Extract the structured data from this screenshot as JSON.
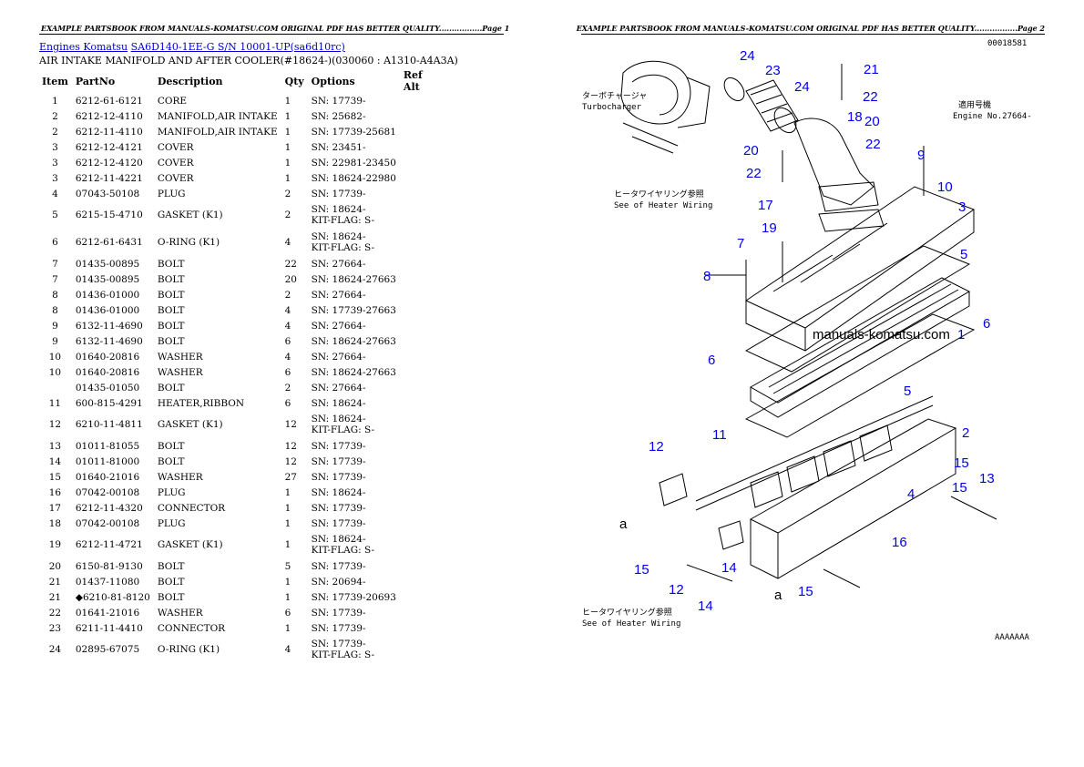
{
  "header": {
    "left": "EXAMPLE PARTSBOOK FROM MANUALS-KOMATSU.COM ORIGINAL PDF HAS BETTER QUALITY.................Page 1",
    "right": "EXAMPLE PARTSBOOK FROM MANUALS-KOMATSU.COM ORIGINAL PDF HAS BETTER QUALITY.................Page 2"
  },
  "breadcrumb": {
    "link1": "Engines Komatsu",
    "link2": "SA6D140-1EE-G S/N 10001-UP(sa6d10rc)"
  },
  "subtitle": "AIR INTAKE MANIFOLD AND AFTER COOLER(#18624-)(030060 : A1310-A4A3A)",
  "table": {
    "headers": [
      "Item",
      "PartNo",
      "Description",
      "Qty",
      "Options",
      "Ref Alt"
    ],
    "rows": [
      {
        "item": "1",
        "part": "6212-61-6121",
        "desc": "CORE",
        "qty": "1",
        "opt": [
          "SN: 17739-"
        ]
      },
      {
        "item": "2",
        "part": "6212-12-4110",
        "desc": "MANIFOLD,AIR INTAKE",
        "qty": "1",
        "opt": [
          "SN: 25682-"
        ]
      },
      {
        "item": "2",
        "part": "6212-11-4110",
        "desc": "MANIFOLD,AIR INTAKE",
        "qty": "1",
        "opt": [
          "SN: 17739-25681"
        ]
      },
      {
        "item": "3",
        "part": "6212-12-4121",
        "desc": "COVER",
        "qty": "1",
        "opt": [
          "SN: 23451-"
        ]
      },
      {
        "item": "3",
        "part": "6212-12-4120",
        "desc": "COVER",
        "qty": "1",
        "opt": [
          "SN: 22981-23450"
        ]
      },
      {
        "item": "3",
        "part": "6212-11-4221",
        "desc": "COVER",
        "qty": "1",
        "opt": [
          "SN: 18624-22980"
        ]
      },
      {
        "item": "4",
        "part": "07043-50108",
        "desc": "PLUG",
        "qty": "2",
        "opt": [
          "SN: 17739-"
        ]
      },
      {
        "item": "5",
        "part": "6215-15-4710",
        "desc": "GASKET (K1)",
        "qty": "2",
        "opt": [
          "SN: 18624-",
          "KIT-FLAG: S-"
        ]
      },
      {
        "item": "6",
        "part": "6212-61-6431",
        "desc": "O-RING (K1)",
        "qty": "4",
        "opt": [
          "SN: 18624-",
          "KIT-FLAG: S-"
        ]
      },
      {
        "item": "7",
        "part": "01435-00895",
        "desc": "BOLT",
        "qty": "22",
        "opt": [
          "SN: 27664-"
        ]
      },
      {
        "item": "7",
        "part": "01435-00895",
        "desc": "BOLT",
        "qty": "20",
        "opt": [
          "SN: 18624-27663"
        ]
      },
      {
        "item": "8",
        "part": "01436-01000",
        "desc": "BOLT",
        "qty": "2",
        "opt": [
          "SN: 27664-"
        ]
      },
      {
        "item": "8",
        "part": "01436-01000",
        "desc": "BOLT",
        "qty": "4",
        "opt": [
          "SN: 17739-27663"
        ]
      },
      {
        "item": "9",
        "part": "6132-11-4690",
        "desc": "BOLT",
        "qty": "4",
        "opt": [
          "SN: 27664-"
        ]
      },
      {
        "item": "9",
        "part": "6132-11-4690",
        "desc": "BOLT",
        "qty": "6",
        "opt": [
          "SN: 18624-27663"
        ]
      },
      {
        "item": "10",
        "part": "01640-20816",
        "desc": "WASHER",
        "qty": "4",
        "opt": [
          "SN: 27664-"
        ]
      },
      {
        "item": "10",
        "part": "01640-20816",
        "desc": "WASHER",
        "qty": "6",
        "opt": [
          "SN: 18624-27663"
        ]
      },
      {
        "item": "",
        "part": "01435-01050",
        "desc": "BOLT",
        "qty": "2",
        "opt": [
          "SN: 27664-"
        ]
      },
      {
        "item": "11",
        "part": "600-815-4291",
        "desc": "HEATER,RIBBON",
        "qty": "6",
        "opt": [
          "SN: 18624-"
        ]
      },
      {
        "item": "12",
        "part": "6210-11-4811",
        "desc": "GASKET (K1)",
        "qty": "12",
        "opt": [
          "SN: 18624-",
          "KIT-FLAG: S-"
        ]
      },
      {
        "item": "13",
        "part": "01011-81055",
        "desc": "BOLT",
        "qty": "12",
        "opt": [
          "SN: 17739-"
        ]
      },
      {
        "item": "14",
        "part": "01011-81000",
        "desc": "BOLT",
        "qty": "12",
        "opt": [
          "SN: 17739-"
        ]
      },
      {
        "item": "15",
        "part": "01640-21016",
        "desc": "WASHER",
        "qty": "27",
        "opt": [
          "SN: 17739-"
        ]
      },
      {
        "item": "16",
        "part": "07042-00108",
        "desc": "PLUG",
        "qty": "1",
        "opt": [
          "SN: 18624-"
        ]
      },
      {
        "item": "17",
        "part": "6212-11-4320",
        "desc": "CONNECTOR",
        "qty": "1",
        "opt": [
          "SN: 17739-"
        ]
      },
      {
        "item": "18",
        "part": "07042-00108",
        "desc": "PLUG",
        "qty": "1",
        "opt": [
          "SN: 17739-"
        ]
      },
      {
        "item": "19",
        "part": "6212-11-4721",
        "desc": "GASKET (K1)",
        "qty": "1",
        "opt": [
          "SN: 18624-",
          "KIT-FLAG: S-"
        ]
      },
      {
        "item": "20",
        "part": "6150-81-9130",
        "desc": "BOLT",
        "qty": "5",
        "opt": [
          "SN: 17739-"
        ]
      },
      {
        "item": "21",
        "part": "01437-11080",
        "desc": "BOLT",
        "qty": "1",
        "opt": [
          "SN: 20694-"
        ]
      },
      {
        "item": "21",
        "part": "◆6210-81-8120",
        "desc": "BOLT",
        "qty": "1",
        "opt": [
          "SN: 17739-20693"
        ]
      },
      {
        "item": "22",
        "part": "01641-21016",
        "desc": "WASHER",
        "qty": "6",
        "opt": [
          "SN: 17739-"
        ]
      },
      {
        "item": "23",
        "part": "6211-11-4410",
        "desc": "CONNECTOR",
        "qty": "1",
        "opt": [
          "SN: 17739-"
        ]
      },
      {
        "item": "24",
        "part": "02895-67075",
        "desc": "O-RING (K1)",
        "qty": "4",
        "opt": [
          "SN: 17739-",
          "KIT-FLAG: S-"
        ]
      }
    ]
  },
  "diagram": {
    "code": "00018581",
    "turbo_jp": "ターボチャージャ",
    "turbo_en": "Turbocharger",
    "wiring_jp": "ヒータワイヤリング参照",
    "wiring_en": "See of Heater Wiring",
    "app_jp": "適用号機",
    "app_en": "Engine No.27664-",
    "watermark": "manuals-komatsu.com",
    "marker_a": "a",
    "tail_code": "AAAAAAA",
    "callouts": [
      "24",
      "23",
      "24",
      "21",
      "22",
      "18",
      "20",
      "22",
      "20",
      "22",
      "9",
      "10",
      "17",
      "3",
      "19",
      "7",
      "5",
      "8",
      "6",
      "1",
      "6",
      "5",
      "2",
      "11",
      "12",
      "15",
      "13",
      "4",
      "16",
      "15",
      "15",
      "12",
      "14",
      "15",
      "14"
    ]
  }
}
